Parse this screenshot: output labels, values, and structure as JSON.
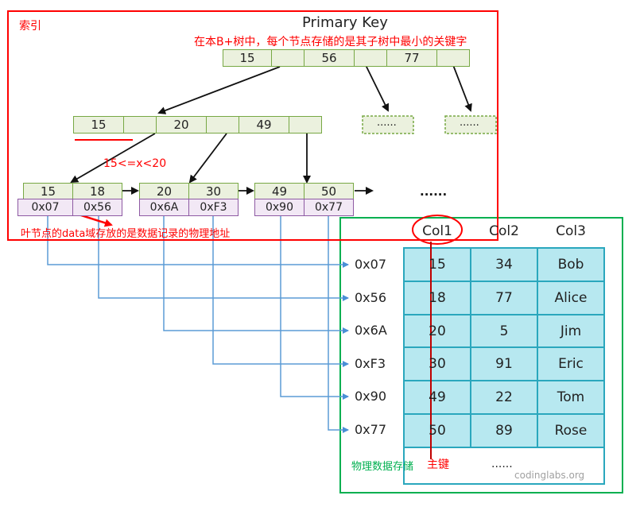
{
  "index": {
    "label": "索引",
    "title": "Primary Key",
    "note": "在本B+树中，每个节点存储的是其子树中最小的关键字",
    "root_keys": [
      "15",
      "56",
      "77"
    ],
    "inner_keys": [
      "15",
      "20",
      "49"
    ],
    "placeholder": "......",
    "range_label": "15<=x<20",
    "leaf_keys": [
      "15",
      "18",
      "20",
      "30",
      "49",
      "50"
    ],
    "leaf_ptrs": [
      "0x07",
      "0x56",
      "0x6A",
      "0xF3",
      "0x90",
      "0x77"
    ],
    "leaf_more": "......",
    "leaf_note": "叶节点的data域存放的是数据记录的物理地址"
  },
  "storage": {
    "headers": [
      "Col1",
      "Col2",
      "Col3"
    ],
    "rows": [
      {
        "addr": "0x07",
        "c1": "15",
        "c2": "34",
        "c3": "Bob"
      },
      {
        "addr": "0x56",
        "c1": "18",
        "c2": "77",
        "c3": "Alice"
      },
      {
        "addr": "0x6A",
        "c1": "20",
        "c2": "5",
        "c3": "Jim"
      },
      {
        "addr": "0xF3",
        "c1": "30",
        "c2": "91",
        "c3": "Eric"
      },
      {
        "addr": "0x90",
        "c1": "49",
        "c2": "22",
        "c3": "Tom"
      },
      {
        "addr": "0x77",
        "c1": "50",
        "c2": "89",
        "c3": "Rose"
      }
    ],
    "more": "......",
    "label": "物理数据存储",
    "pk_label": "主键",
    "watermark": "codinglabs.org"
  },
  "colors": {
    "index_border": "#ff0000",
    "storage_border": "#00b050",
    "node_fill": "#ebf1de",
    "node_border": "#77a844",
    "ptr_fill": "#f2e8f5",
    "ptr_border": "#8e5aa3",
    "table_fill": "#b7e8f0",
    "table_border": "#2aa7bd",
    "link_line": "#5b9bd5"
  }
}
